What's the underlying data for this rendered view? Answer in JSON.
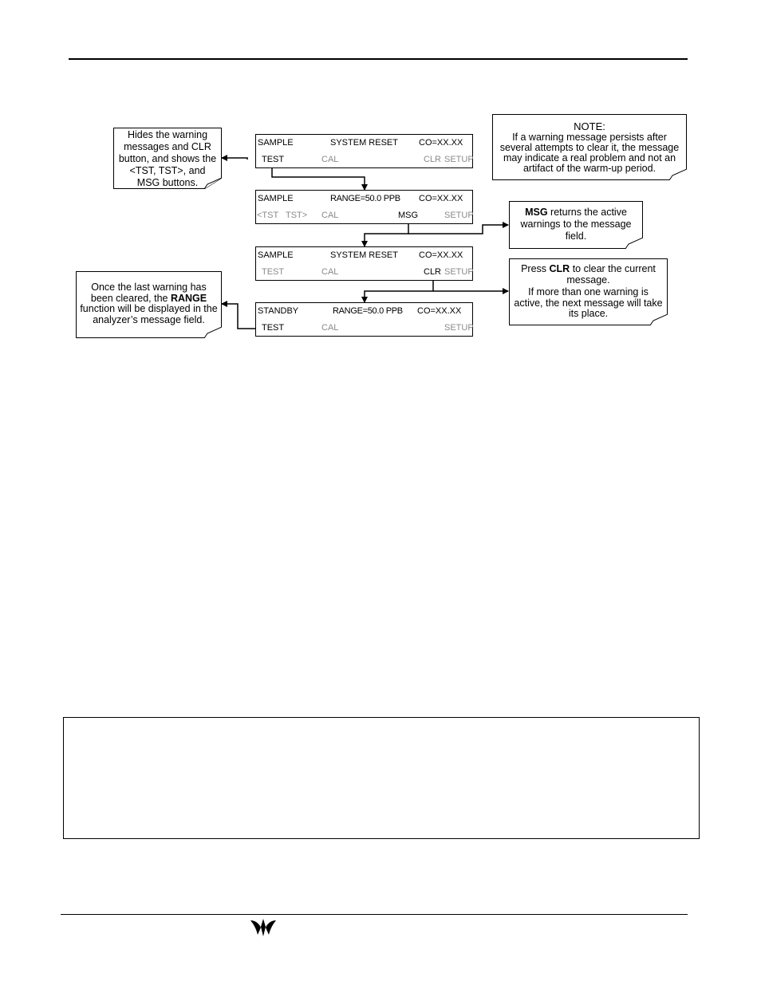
{
  "screens": [
    {
      "mode": "SAMPLE",
      "message": "SYSTEM RESET",
      "conc": "CO=XX.XX",
      "buttons": [
        "TEST",
        "CAL",
        "CLR",
        "SETUP"
      ]
    },
    {
      "mode": "SAMPLE",
      "message": "RANGE=50.0 PPB",
      "conc": "CO=XX.XX",
      "buttons": [
        "<TST",
        "TST>",
        "CAL",
        "MSG",
        "SETUP"
      ]
    },
    {
      "mode": "SAMPLE",
      "message": "SYSTEM RESET",
      "conc": "CO=XX.XX",
      "buttons": [
        "TEST",
        "CAL",
        "CLR",
        "SETUP"
      ]
    },
    {
      "mode": "STANDBY",
      "message": "RANGE=50.0 PPB",
      "conc": "CO=XX.XX",
      "buttons": [
        "TEST",
        "CAL",
        "SETUP"
      ]
    }
  ],
  "callouts": {
    "hides": "Hides the warning messages and CLR button, and shows the <TST, TST>, and MSG buttons.",
    "note_title": "NOTE:",
    "note_body": "If a warning message persists after several attempts to clear it, the message may indicate a real problem and not an artifact of the warm-up period.",
    "msg_key": "MSG",
    "msg_rest": " returns the active warnings to the message field.",
    "clr_pre": "Press ",
    "clr_key": "CLR",
    "clr_rest": " to clear the current message.",
    "clr_extra": "If more than one warning is active, the next message will take its place.",
    "last_pre": "Once the last warning has been cleared, the ",
    "last_key": "RANGE",
    "last_rest": " function will be displayed in the analyzer’s message field."
  }
}
